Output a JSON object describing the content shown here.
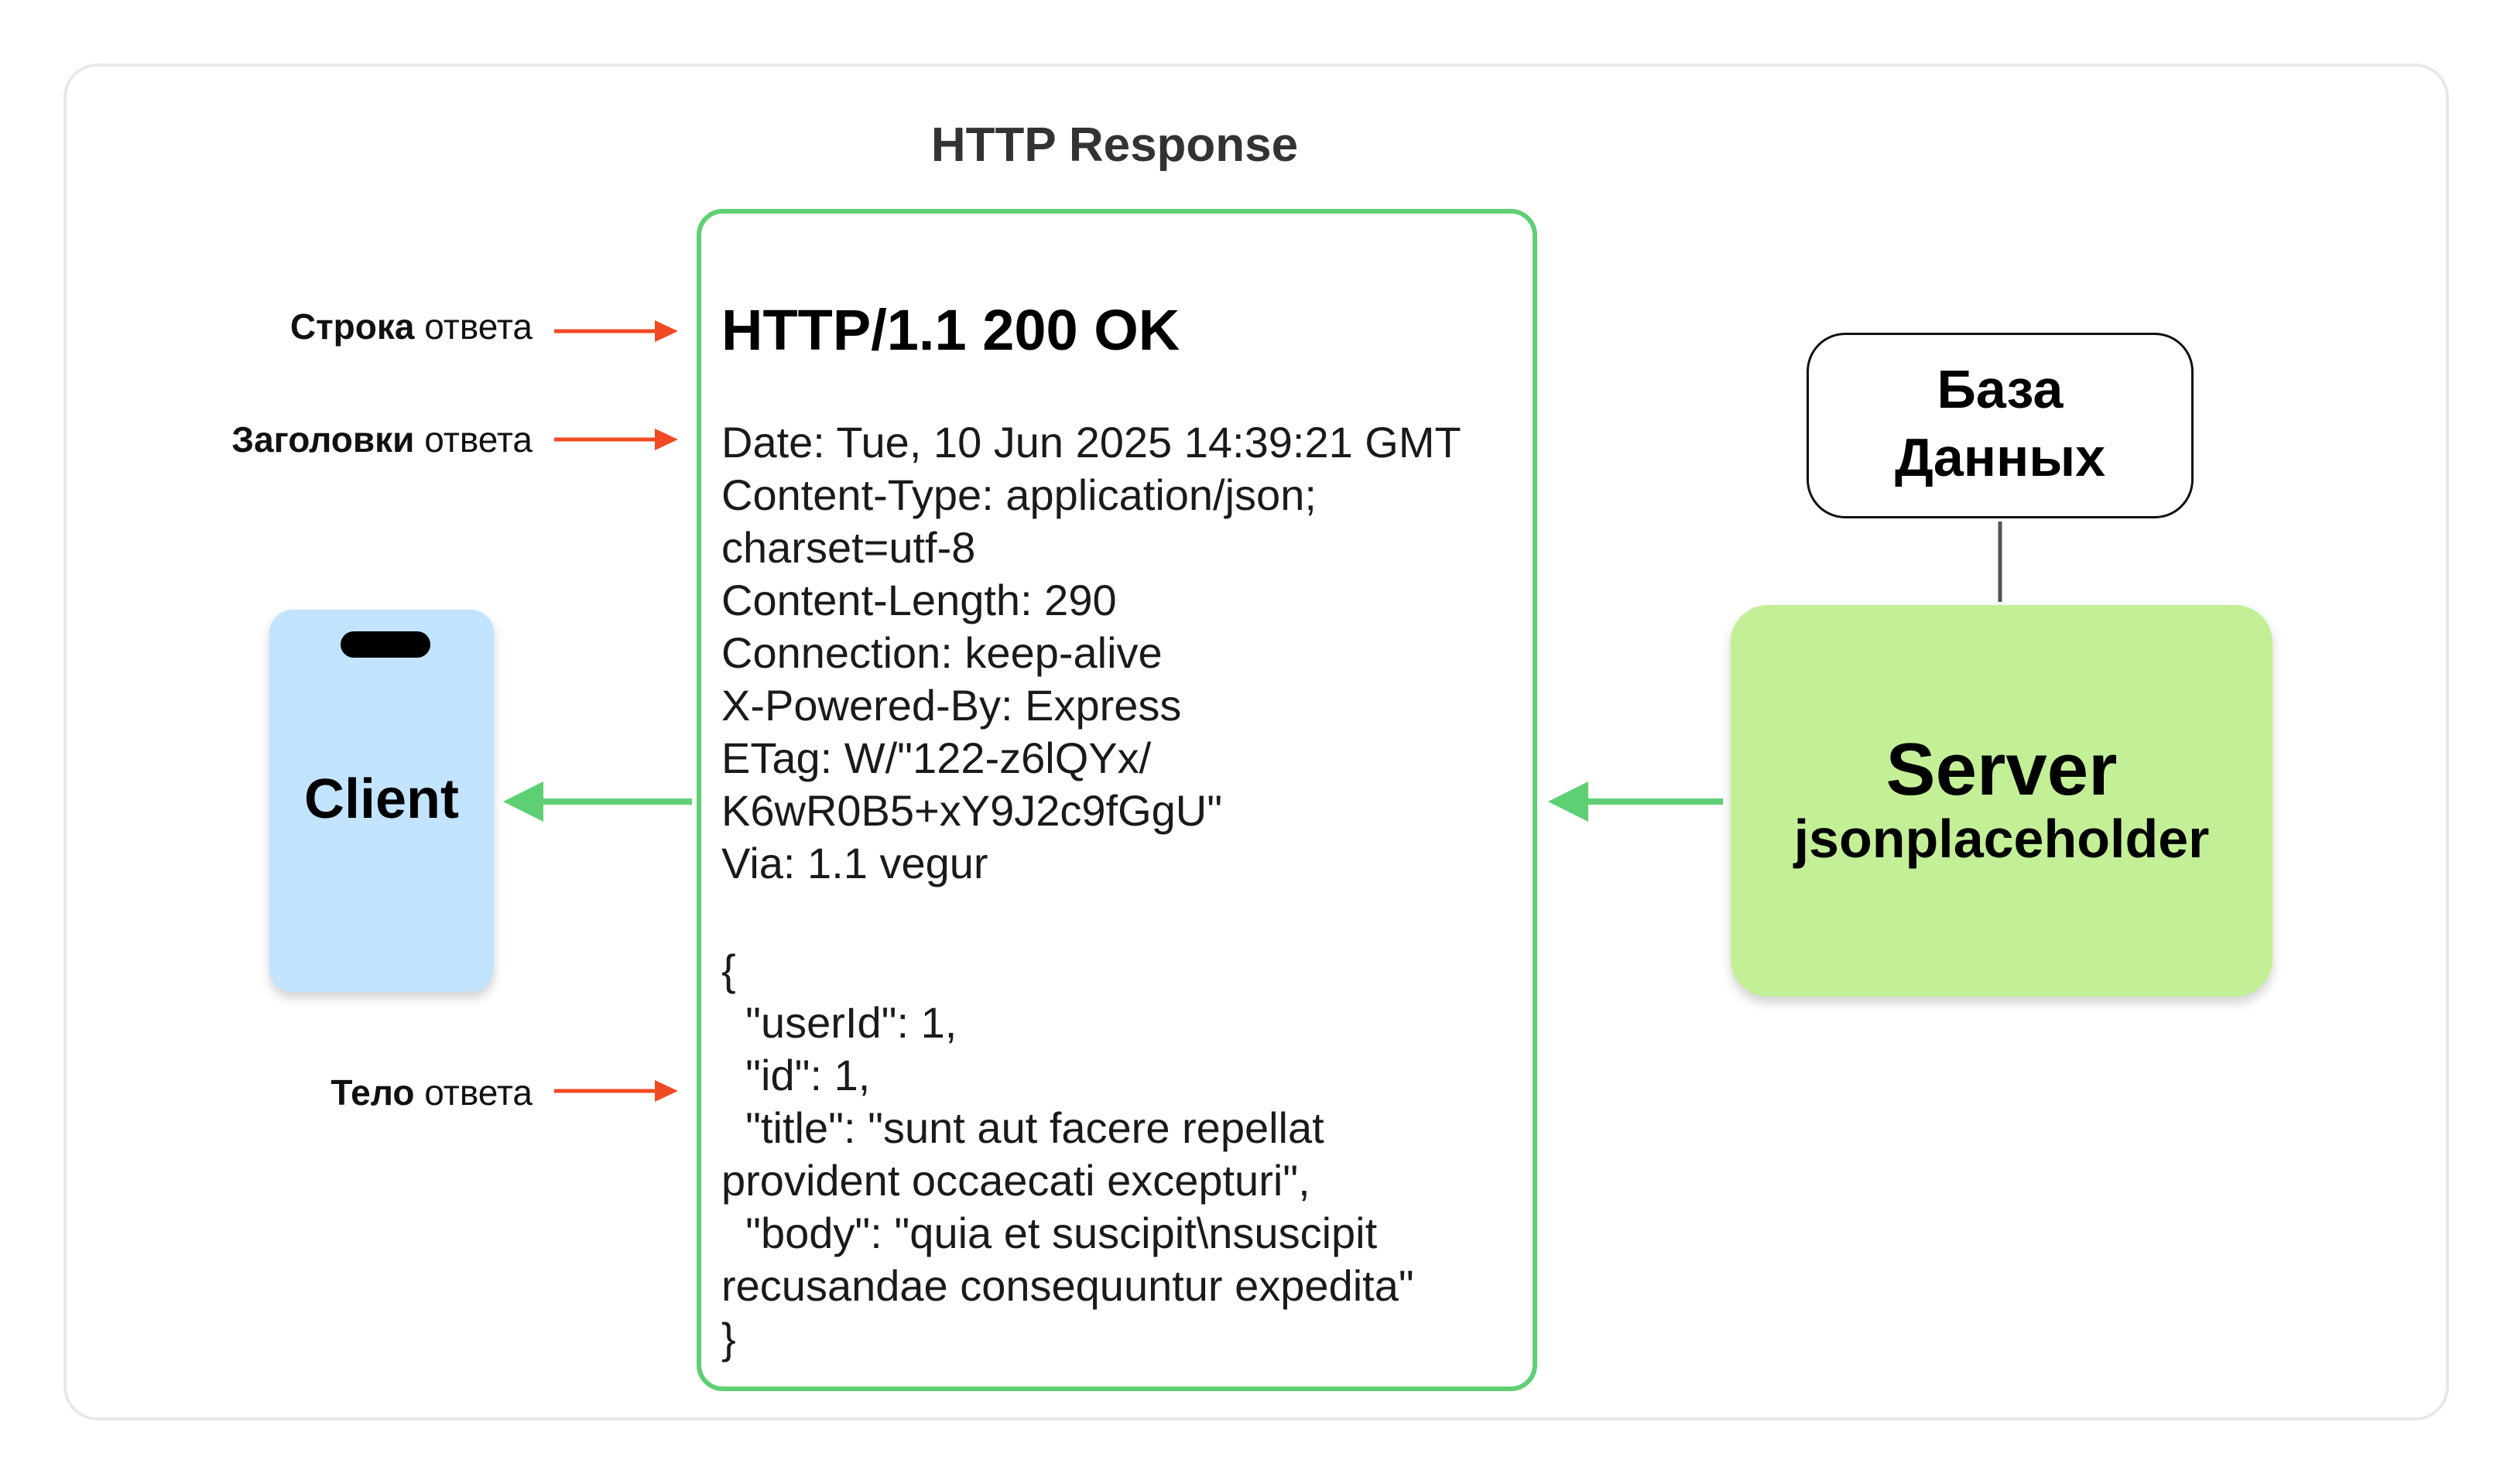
{
  "diagram": {
    "title": "HTTP Response",
    "response": {
      "status_line": "HTTP/1.1 200 OK",
      "headers": [
        "Date: Tue, 10 Jun 2025 14:39:21 GMT",
        "Content-Type: application/json;",
        "charset=utf-8",
        "Content-Length: 290",
        "Connection: keep-alive",
        "X-Powered-By: Express",
        "ETag: W/\"122-z6lQYx/",
        "K6wR0B5+xY9J2c9fGgU\"",
        "Via: 1.1 vegur"
      ],
      "body": [
        "{",
        "  \"userId\": 1,",
        "  \"id\": 1,",
        "  \"title\": \"sunt aut facere repellat",
        "provident occaecati excepturi\",",
        "  \"body\": \"quia et suscipit\\nsuscipit",
        "recusandae consequuntur expedita\"",
        "}"
      ]
    },
    "labels": {
      "status_line": {
        "bold": "Строка",
        "rest": " ответа"
      },
      "headers": {
        "bold": "Заголовки",
        "rest": " ответа"
      },
      "body": {
        "bold": "Тело",
        "rest": " ответа"
      }
    },
    "client": {
      "label": "Client"
    },
    "database": {
      "line1": "База",
      "line2": "Данных"
    },
    "server": {
      "name": "Server",
      "subtitle": "jsonplaceholder"
    },
    "colors": {
      "response_border": "#5fcf74",
      "flow_arrow": "#5fcf74",
      "pointer_arrow": "#f04a23",
      "client_fill": "#c2e4ff",
      "server_fill": "#c3f097"
    }
  }
}
